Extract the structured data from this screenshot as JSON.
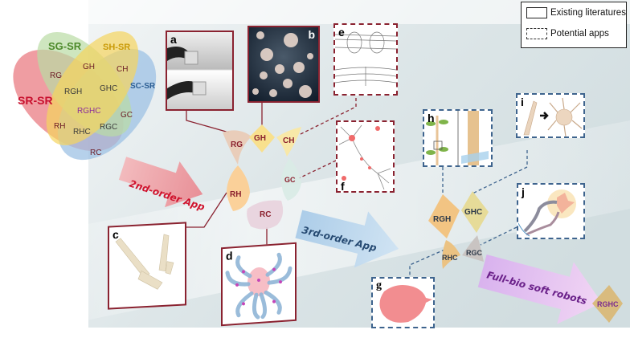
{
  "legend": {
    "existing": "Existing literatures",
    "potential": "Potential apps"
  },
  "venn": {
    "sets": [
      {
        "label": "SR-SR",
        "color": "#e8737b",
        "text_color": "#c8102e"
      },
      {
        "label": "SG-SR",
        "color": "#b9dca4",
        "text_color": "#4d8a2b"
      },
      {
        "label": "SH-SR",
        "color": "#f5d45e",
        "text_color": "#c99a08"
      },
      {
        "label": "SC-SR",
        "color": "#9dc1e4",
        "text_color": "#2d5f94"
      }
    ],
    "regions": [
      "RG",
      "GH",
      "CH",
      "RGH",
      "GHC",
      "RGHC",
      "RH",
      "RHC",
      "RGC",
      "GC",
      "RC"
    ]
  },
  "arrows": {
    "second_order": "2nd-order App",
    "third_order": "3rd-order App",
    "full_bio": "Full-bio soft robots"
  },
  "second_order_nodes": [
    "RG",
    "GH",
    "CH",
    "RH",
    "GC",
    "RC"
  ],
  "third_order_nodes": [
    "RGH",
    "GHC",
    "RHC",
    "RGC"
  ],
  "fourth_order_node": "RGHC",
  "panels": {
    "a": "a",
    "b": "b",
    "c": "c",
    "d": "d",
    "e": "e",
    "f": "f",
    "g": "g",
    "h": "h",
    "i": "i",
    "j": "j"
  },
  "colors": {
    "existing_border": "#8a2230",
    "potential_border_2nd": "#8a2230",
    "potential_border_3rd": "#3e648e",
    "node_text": "#8a1f2d",
    "node_text_3rd": "#2e3a4a",
    "rghc_text": "#7a2b8f"
  }
}
